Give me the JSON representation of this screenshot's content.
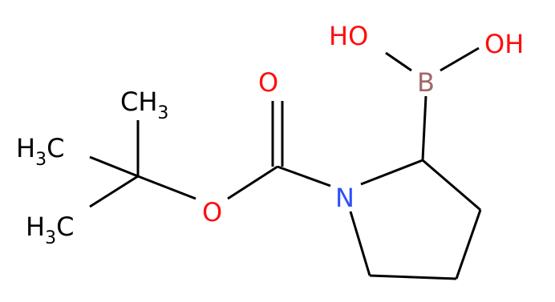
{
  "molecule": {
    "atoms": {
      "ho_left": {
        "text": "HO",
        "color": "#ff0d0d"
      },
      "oh_right": {
        "text": "OH",
        "color": "#ff0d0d"
      },
      "boron": {
        "text": "B",
        "color": "#a16969"
      },
      "carbonyl_oxygen": {
        "text": "O",
        "color": "#ff0d0d"
      },
      "ester_oxygen": {
        "text": "O",
        "color": "#ff0d0d"
      },
      "nitrogen": {
        "text": "N",
        "color": "#3050f8"
      },
      "methyl_top": {
        "main": "CH",
        "sub": "3",
        "color": "#000000"
      },
      "methyl_mid": {
        "main": "H",
        "sub": "3",
        "tail": "C",
        "color": "#000000"
      },
      "methyl_bottom": {
        "main": "H",
        "sub": "3",
        "tail": "C",
        "color": "#000000"
      }
    }
  }
}
